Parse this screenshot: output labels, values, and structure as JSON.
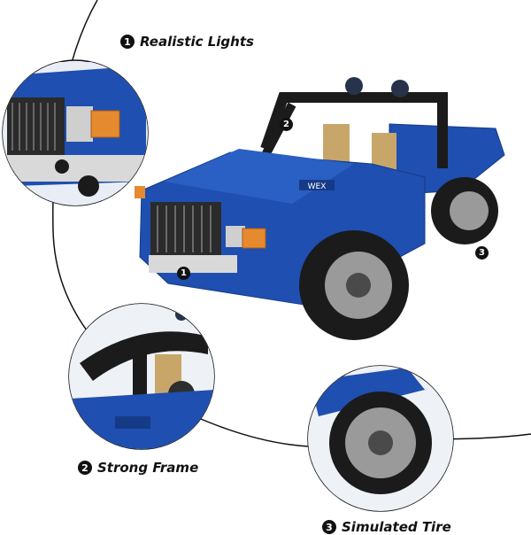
{
  "features": [
    {
      "number": "1",
      "label": "Realistic Lights"
    },
    {
      "number": "2",
      "label": "Strong Frame"
    },
    {
      "number": "3",
      "label": "Simulated Tire"
    }
  ],
  "vehicle_badge": "WEX",
  "colors": {
    "body_blue": "#1f4fb0",
    "dark_blue": "#163b86",
    "black": "#1b1b1b",
    "gray": "#9a9a9a",
    "tan": "#c8a66a",
    "amber": "#e58a2f",
    "background": "#ffffff"
  }
}
